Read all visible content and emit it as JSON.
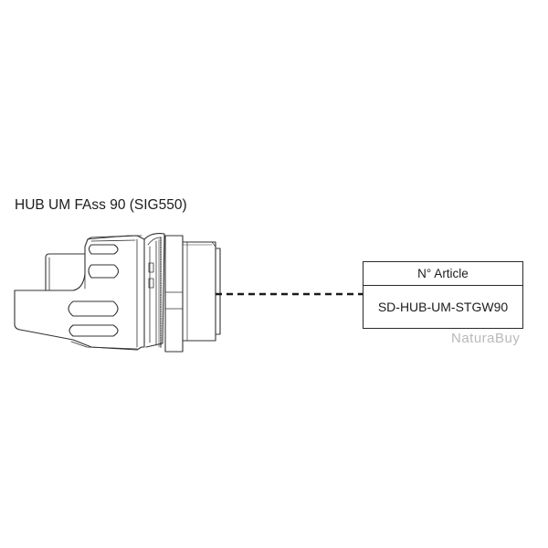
{
  "diagram": {
    "title": "HUB UM FAss 90 (SIG550)",
    "part_drawing": {
      "name": "hub-adapter-side-view",
      "line_color": "#333333"
    },
    "leader_line": {
      "style": "dashed",
      "color": "#1a1a1a"
    },
    "article_box": {
      "header": "N° Article",
      "value": "SD-HUB-UM-STGW90"
    }
  },
  "watermark": {
    "text": "NaturaBuy",
    "color": "#b9b9b9"
  }
}
